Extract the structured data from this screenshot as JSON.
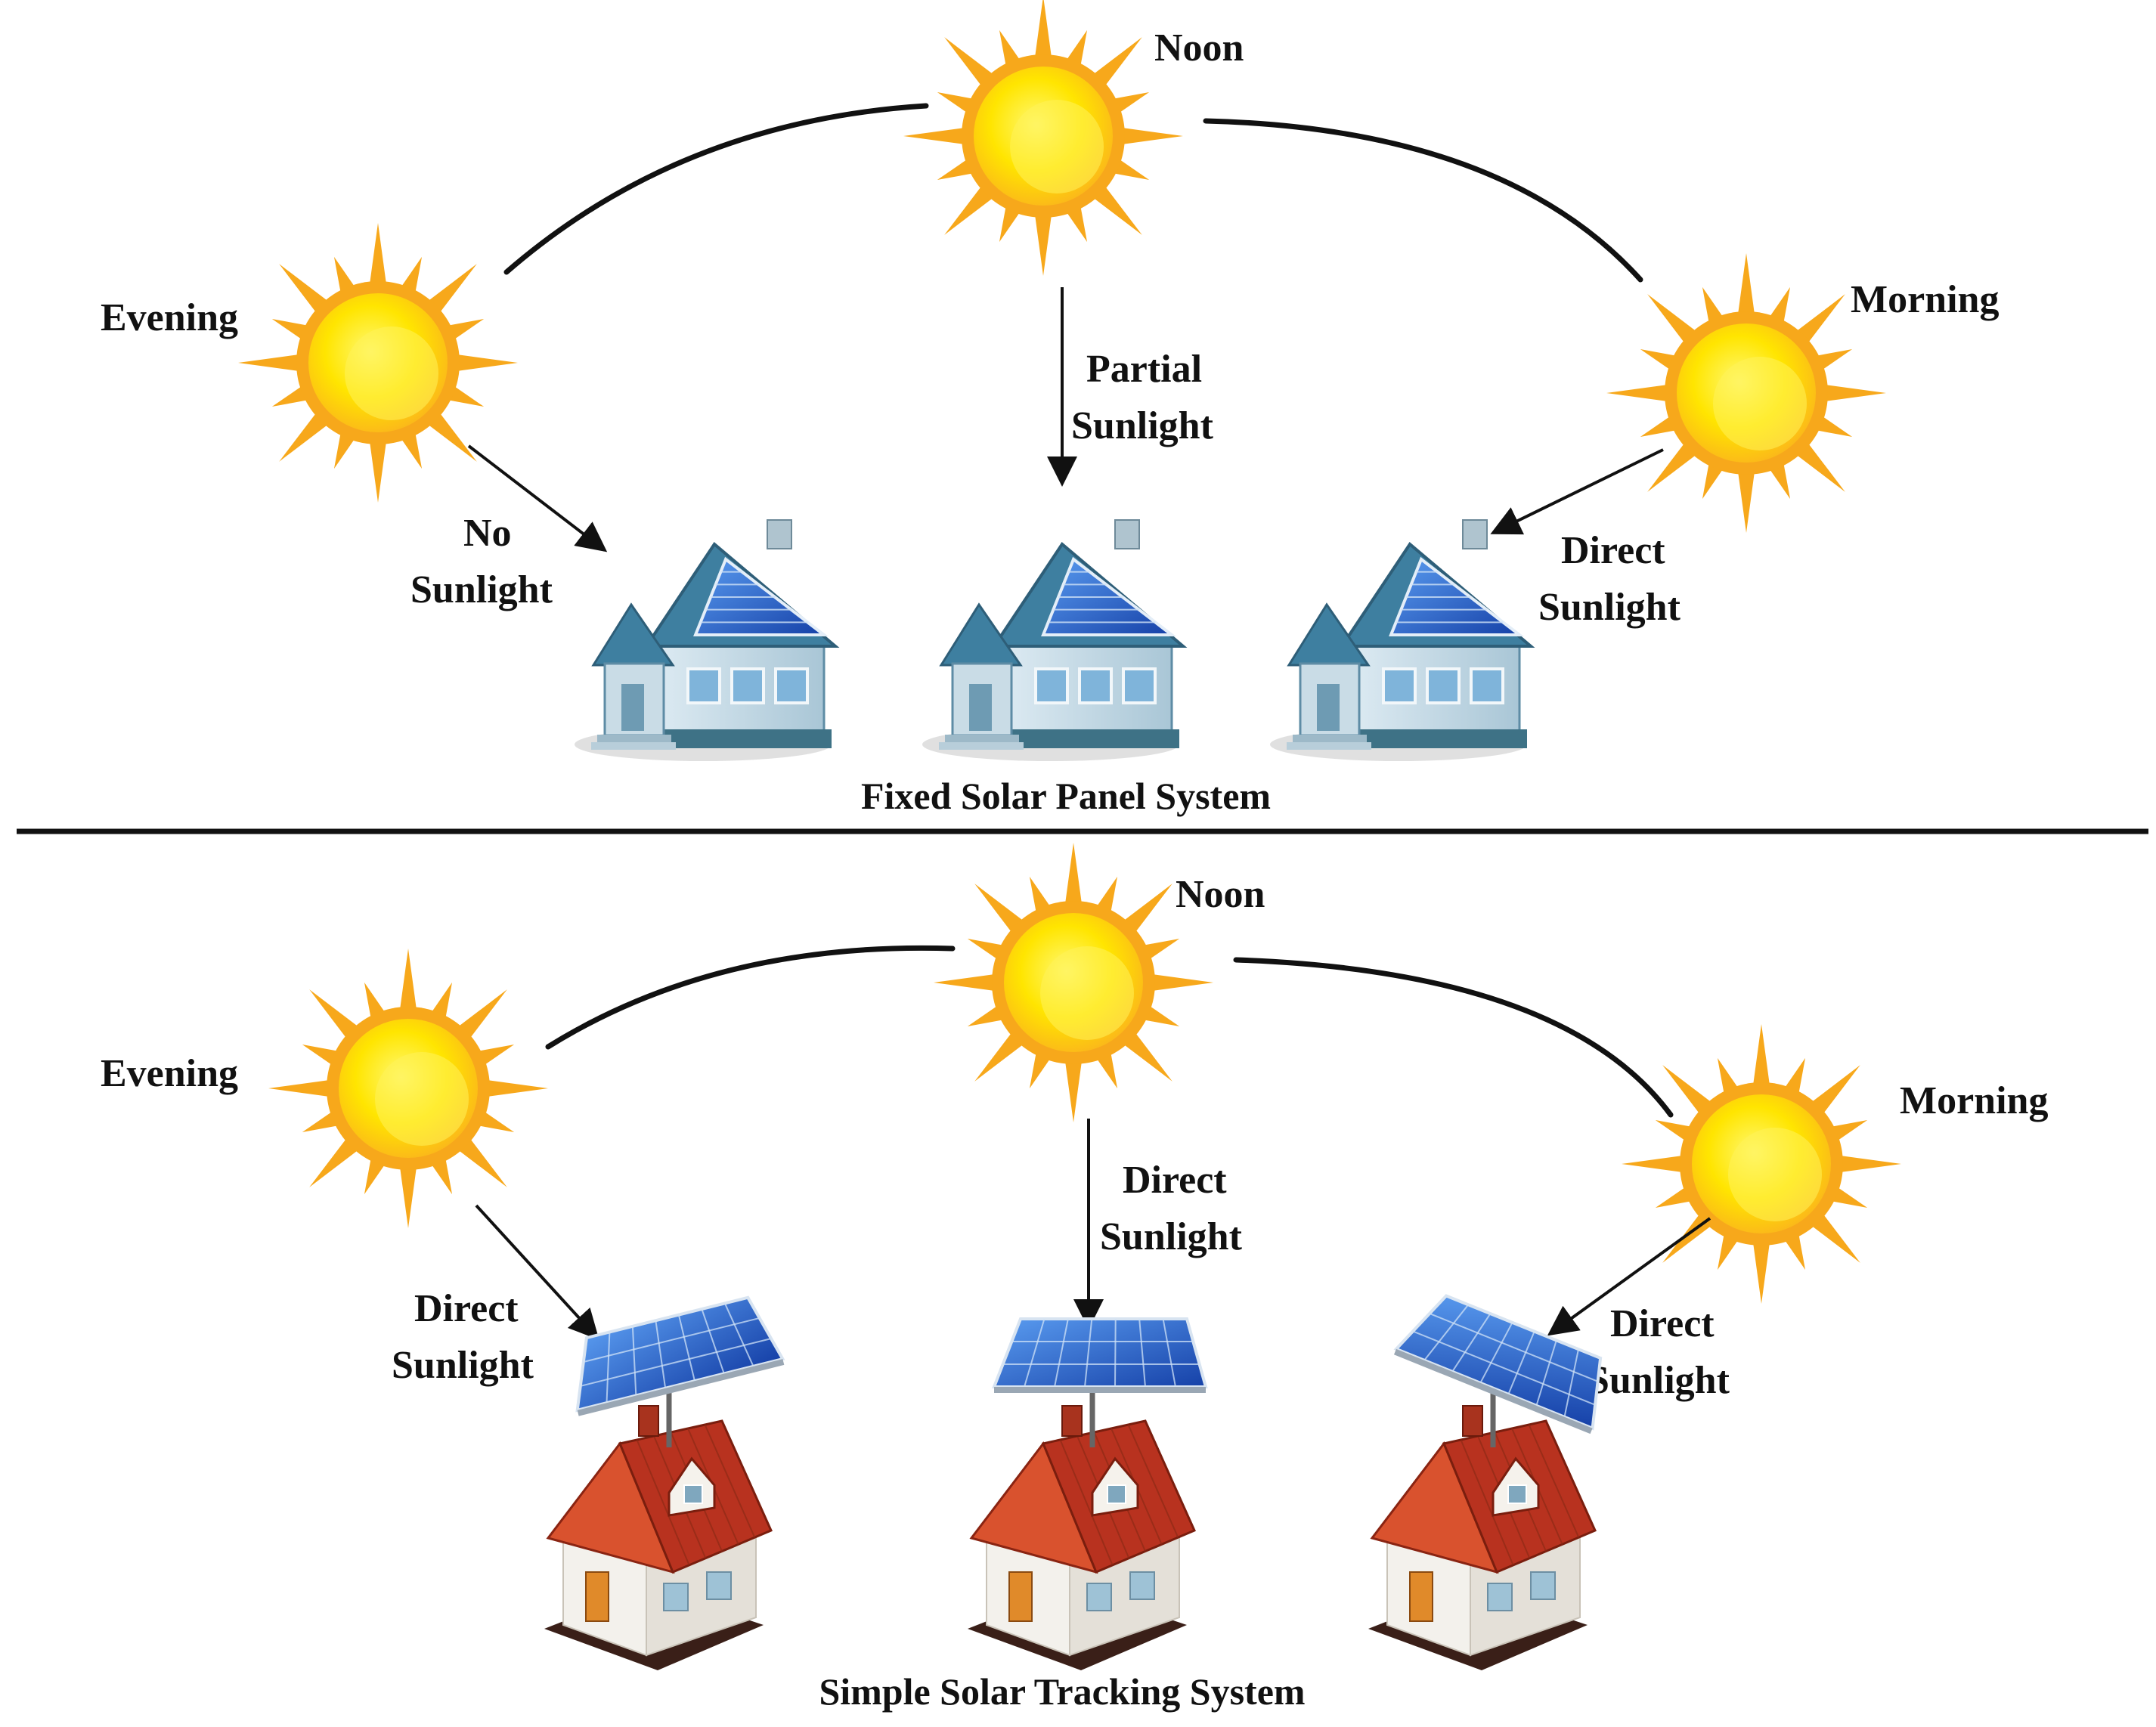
{
  "top": {
    "caption": "Fixed Solar Panel System",
    "sun_labels": {
      "noon": "Noon",
      "evening": "Evening",
      "morning": "Morning"
    },
    "rays": {
      "evening": [
        "No",
        "Sunlight"
      ],
      "noon": [
        "Partial",
        "Sunlight"
      ],
      "morning": [
        "Direct",
        "Sunlight"
      ]
    }
  },
  "bottom": {
    "caption": "Simple Solar Tracking System",
    "sun_labels": {
      "noon": "Noon",
      "evening": "Evening",
      "morning": "Morning"
    },
    "rays": {
      "evening": [
        "Direct",
        "Sunlight"
      ],
      "noon": [
        "Direct",
        "Sunlight"
      ],
      "morning": [
        "Direct",
        "Sunlight"
      ]
    }
  },
  "colors": {
    "sun_rays": "#F7A81B",
    "sun_core": "#FFE500",
    "panel_blue": "#1E5FC4",
    "roof_red": "#B8321F",
    "house_blue_roof": "#3E7FA0"
  }
}
